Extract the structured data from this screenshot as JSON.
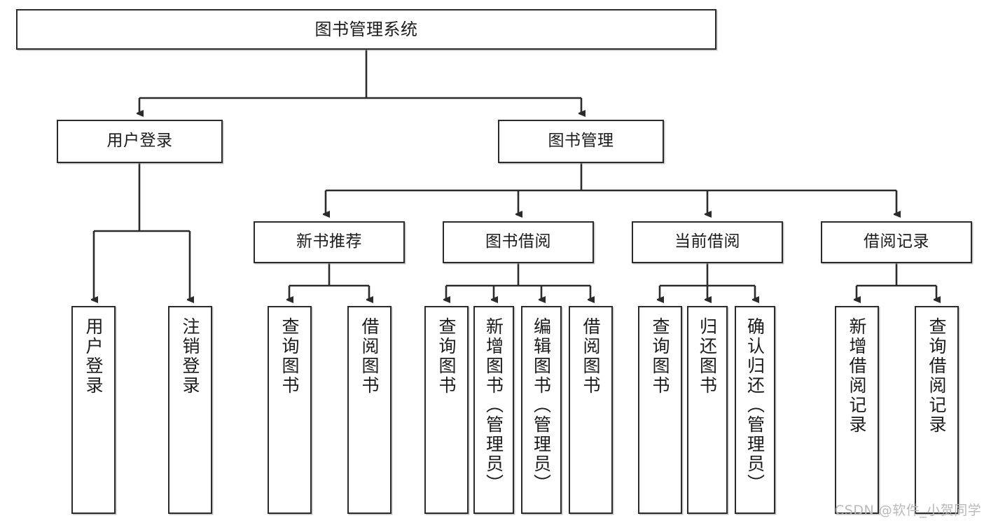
{
  "diagram": {
    "type": "tree-flowchart",
    "title": "图书管理系统",
    "root": {
      "label": "图书管理系统"
    },
    "level2": [
      {
        "label": "用户登录"
      },
      {
        "label": "图书管理"
      }
    ],
    "level3": [
      {
        "label": "新书推荐"
      },
      {
        "label": "图书借阅"
      },
      {
        "label": "当前借阅"
      },
      {
        "label": "借阅记录"
      }
    ],
    "leaves": {
      "user_login": [
        {
          "label": "用户登录"
        },
        {
          "label": "注销登录"
        }
      ],
      "new_book_recommend": [
        {
          "label": "查询图书"
        },
        {
          "label": "借阅图书"
        }
      ],
      "book_borrow": [
        {
          "label": "查询图书"
        },
        {
          "label": "新增图书（管理员）"
        },
        {
          "label": "编辑图书（管理员）"
        },
        {
          "label": "借阅图书"
        }
      ],
      "current_borrow": [
        {
          "label": "查询图书"
        },
        {
          "label": "归还图书"
        },
        {
          "label": "确认归还（管理员）"
        }
      ],
      "borrow_record": [
        {
          "label": "新增借阅记录"
        },
        {
          "label": "查询借阅记录"
        }
      ]
    }
  },
  "watermark": {
    "text": "CSDN @软件_小贺同学"
  },
  "colors": {
    "border": "#2b2b2b",
    "text": "#1b1b1b",
    "background": "#ffffff",
    "watermark": "#b9b9b9"
  }
}
